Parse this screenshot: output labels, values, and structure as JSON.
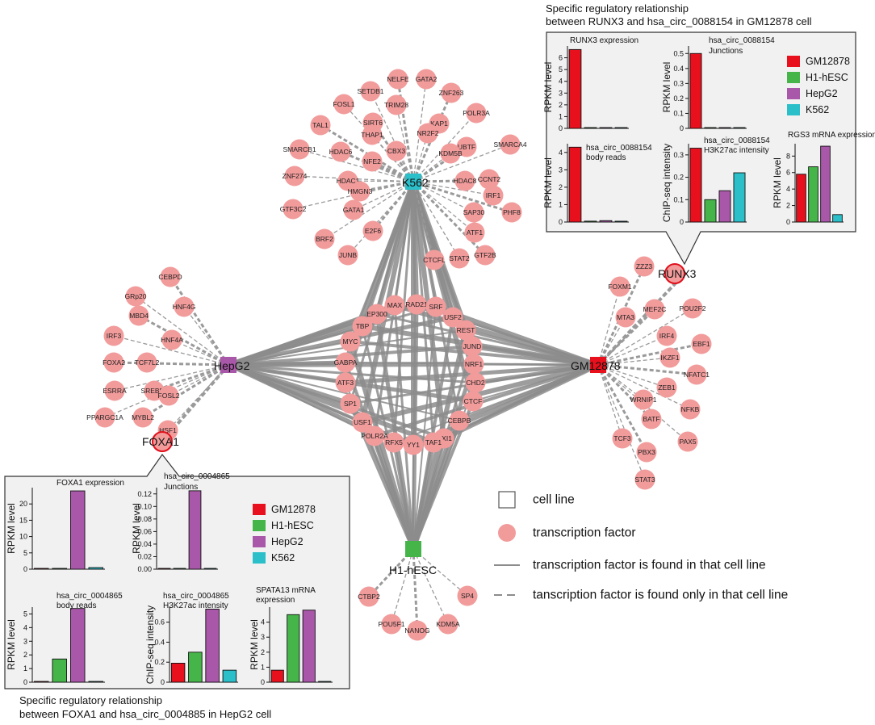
{
  "colors": {
    "GM12878": "#e8101c",
    "H1-hESC": "#45b549",
    "HepG2": "#a957a8",
    "K562": "#2bbfc9",
    "tf": "#f29b9b",
    "edge": "#8c8c8c"
  },
  "cell_lines": [
    {
      "id": "K562",
      "label": "K562"
    },
    {
      "id": "HepG2",
      "label": "HepG2"
    },
    {
      "id": "GM12878",
      "label": "GM12878"
    },
    {
      "id": "H1-hESC",
      "label": "H1-hESC"
    }
  ],
  "shared_tfs": [
    "MAX",
    "RAD21",
    "SRF",
    "USF2",
    "REST",
    "JUND",
    "NRF1",
    "CHD2",
    "CTCF",
    "CEBPB",
    "MXI1",
    "TAF1",
    "YY1",
    "RFX5",
    "POLR2A",
    "USF1",
    "SP1",
    "ATF3",
    "GABPA",
    "MYC",
    "TBP",
    "EP300"
  ],
  "k562_tfs": [
    "NELFE",
    "GATA2",
    "SETDB1",
    "ZNF263",
    "TRIM28",
    "FOSL1",
    "SIRT6",
    "POLR3A",
    "KAP1",
    "TAL1",
    "THAP1",
    "NR2F2",
    "HDAC6",
    "SMARCA4",
    "SMARCB1",
    "UBTF",
    "KDM5B",
    "CBX3",
    "NFE2",
    "ZNF274",
    "HDAC1",
    "HDAC8",
    "CCNT2",
    "IRF1",
    "HMGN3",
    "GTF3C2",
    "GATA1",
    "PHF8",
    "SAP30",
    "ATF1",
    "E2F6",
    "BRF2",
    "JUNB",
    "GTF2B",
    "STAT2",
    "CTCFL"
  ],
  "hepg2_tfs": [
    "CEBPD",
    "GRp20",
    "HNF4G",
    "MBD4",
    "IRF3",
    "HNF4A",
    "FOXA2",
    "TCF7L2",
    "ESRRA",
    "SREBF1",
    "FOSL2",
    "PPARGC1A",
    "MYBL2",
    "HSF1"
  ],
  "gm12878_tfs": [
    "ZZZ3",
    "FOXM1",
    "MTA3",
    "MEF2C",
    "POU2F2",
    "IRF4",
    "EBF1",
    "IKZF1",
    "ZEB1",
    "NFATC1",
    "WRNIP1",
    "NFKB",
    "BATF",
    "PAX5",
    "TCF3",
    "PBX3",
    "STAT3"
  ],
  "h1_tfs": [
    "CTBP2",
    "SP4",
    "POU5F1",
    "NANOG",
    "KDM5A"
  ],
  "highlights": {
    "runx3": "RUNX3",
    "foxa1": "FOXA1"
  },
  "legend": {
    "cell_line": "cell line",
    "tf": "transcription factor",
    "solid": "transcription factor is found in that cell line",
    "dashed": "tanscription factor is found only in that cell line"
  },
  "top_caption": {
    "line1": "Specific regulatory relationship",
    "line2": "between RUNX3 and hsa_circ_0088154 in GM12878 cell"
  },
  "bottom_caption": {
    "line1": "Specific regulatory relationship",
    "line2": "between FOXA1 and hsa_circ_0004885 in HepG2 cell"
  },
  "bar_legend": [
    "GM12878",
    "H1-hESC",
    "HepG2",
    "K562"
  ],
  "chart_data": [
    {
      "type": "bar",
      "title": "RUNX3 expression",
      "ylabel": "RPKM level",
      "categories": [
        "GM12878",
        "H1-hESC",
        "HepG2",
        "K562"
      ],
      "values": [
        6.7,
        0.05,
        0.03,
        0.03
      ],
      "ylim": [
        0,
        7
      ],
      "ticks": [
        0,
        1,
        2,
        3,
        4,
        5,
        6
      ],
      "tick_labels": [
        "0",
        "1",
        "2",
        "3",
        "4",
        "5",
        "6"
      ]
    },
    {
      "type": "bar",
      "title": "hsa_circ_0088154 Junctions",
      "ylabel": "RPKM level",
      "categories": [
        "GM12878",
        "H1-hESC",
        "HepG2",
        "K562"
      ],
      "values": [
        0.5,
        0,
        0,
        0
      ],
      "ylim": [
        0,
        0.55
      ],
      "ticks": [
        0,
        0.1,
        0.2,
        0.3,
        0.4,
        0.5
      ],
      "tick_labels": [
        "0",
        "0.1",
        "0.2",
        "0.3",
        "0.4",
        "0.5"
      ]
    },
    {
      "type": "bar",
      "title": "hsa_circ_0088154 body reads",
      "ylabel": "RPKM level",
      "categories": [
        "GM12878",
        "H1-hESC",
        "HepG2",
        "K562"
      ],
      "values": [
        4.3,
        0.05,
        0.08,
        0.03
      ],
      "ylim": [
        0,
        4.5
      ],
      "ticks": [
        0,
        1,
        2,
        3,
        4
      ],
      "tick_labels": [
        "0",
        "1",
        "2",
        "3",
        "4"
      ]
    },
    {
      "type": "bar",
      "title": "hsa_circ_0088154 H3K27ac intensity",
      "ylabel": "ChIP-seq intensity",
      "categories": [
        "GM12878",
        "H1-hESC",
        "HepG2",
        "K562"
      ],
      "values": [
        0.33,
        0.1,
        0.14,
        0.22
      ],
      "ylim": [
        0,
        0.35
      ],
      "ticks": [
        0,
        0.1,
        0.2,
        0.3
      ],
      "tick_labels": [
        "0",
        "0.1",
        "0.2",
        "0.3"
      ]
    },
    {
      "type": "bar",
      "title": "RGS3 mRNA expression",
      "ylabel": "RPKM level",
      "categories": [
        "GM12878",
        "H1-hESC",
        "HepG2",
        "K562"
      ],
      "values": [
        5.8,
        6.7,
        9.2,
        0.9
      ],
      "ylim": [
        0,
        9.5
      ],
      "ticks": [
        0,
        2,
        4,
        6,
        8
      ],
      "tick_labels": [
        "0",
        "2",
        "4",
        "6",
        "8"
      ]
    },
    {
      "type": "bar",
      "title": "FOXA1 expression",
      "ylabel": "RPKM level",
      "categories": [
        "GM12878",
        "H1-hESC",
        "HepG2",
        "K562"
      ],
      "values": [
        0.1,
        0.1,
        24,
        0.5
      ],
      "ylim": [
        0,
        25
      ],
      "ticks": [
        0,
        5,
        10,
        15,
        20
      ],
      "tick_labels": [
        "0",
        "5",
        "10",
        "15",
        "20"
      ]
    },
    {
      "type": "bar",
      "title": "hsa_circ_0004865 Junctions",
      "ylabel": "RPKM level",
      "categories": [
        "GM12878",
        "H1-hESC",
        "HepG2",
        "K562"
      ],
      "values": [
        0,
        0,
        0.125,
        0
      ],
      "ylim": [
        0,
        0.13
      ],
      "ticks": [
        0,
        0.02,
        0.04,
        0.06,
        0.08,
        0.1,
        0.12
      ],
      "tick_labels": [
        "0.00",
        "0.02",
        "0.04",
        "0.06",
        "0.08",
        "0.10",
        "0.12"
      ]
    },
    {
      "type": "bar",
      "title": "hsa_circ_0004865 body reads",
      "ylabel": "RPKM level",
      "categories": [
        "GM12878",
        "H1-hESC",
        "HepG2",
        "K562"
      ],
      "values": [
        0.05,
        1.7,
        5.4,
        0.05
      ],
      "ylim": [
        0,
        5.5
      ],
      "ticks": [
        0,
        1,
        2,
        3,
        4,
        5
      ],
      "tick_labels": [
        "0",
        "1",
        "2",
        "3",
        "4",
        "5"
      ]
    },
    {
      "type": "bar",
      "title": "hsa_circ_0004865 H3K27ac intensity",
      "ylabel": "ChIP-seq intensity",
      "categories": [
        "GM12878",
        "H1-hESC",
        "HepG2",
        "K562"
      ],
      "values": [
        0.19,
        0.3,
        0.73,
        0.12
      ],
      "ylim": [
        0,
        0.75
      ],
      "ticks": [
        0,
        0.2,
        0.4,
        0.6
      ],
      "tick_labels": [
        "0",
        "0.2",
        "0.4",
        "0.6"
      ]
    },
    {
      "type": "bar",
      "title": "SPATA13 mRNA expression",
      "ylabel": "RPKM level",
      "categories": [
        "GM12878",
        "H1-hESC",
        "HepG2",
        "K562"
      ],
      "values": [
        0.8,
        4.5,
        4.8,
        0.05
      ],
      "ylim": [
        0,
        5
      ],
      "ticks": [
        0,
        1,
        2,
        3,
        4
      ],
      "tick_labels": [
        "0",
        "1",
        "2",
        "3",
        "4"
      ]
    }
  ]
}
